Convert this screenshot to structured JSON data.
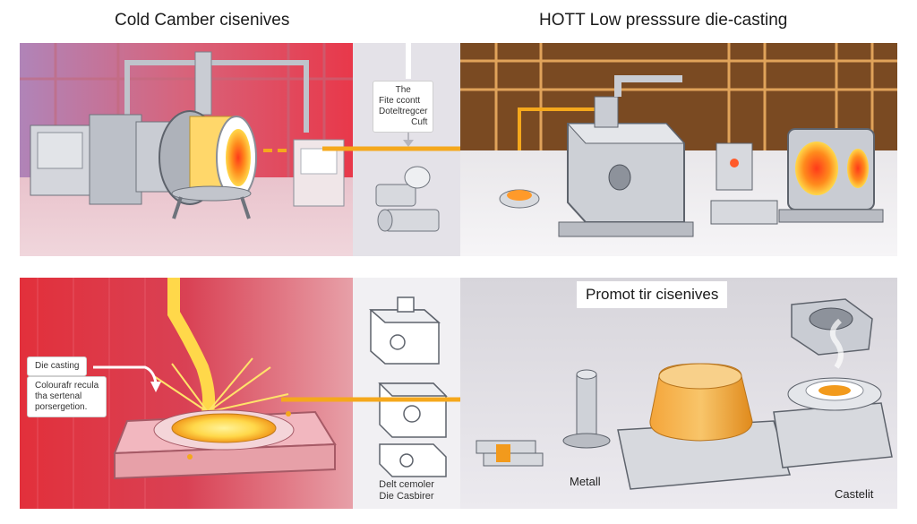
{
  "titles": {
    "top_left": "Cold Camber cisenives",
    "top_right": "HOTT Low presssure  die-casting"
  },
  "top_middle_callout": [
    "The",
    "Fite ccontt",
    "Doteltregcer",
    "Cuft"
  ],
  "bottom_left_callout": {
    "line1": "Die casting",
    "lines": [
      "Colourafr recula",
      "tha sertenal",
      "porsergetion."
    ]
  },
  "bottom_middle_caption": [
    "Delt cemoler",
    "Die Casbirer"
  ],
  "promo_label": "Promot tir cisenives",
  "material_labels": {
    "left": "Metall",
    "right": "Castelit"
  },
  "colors": {
    "accent_arrow": "#f5a81c",
    "molten": "#ffd84a",
    "red_zone": "#e2303b",
    "brown_zone": "#7a4a22",
    "steel": "#c9ccd3"
  }
}
